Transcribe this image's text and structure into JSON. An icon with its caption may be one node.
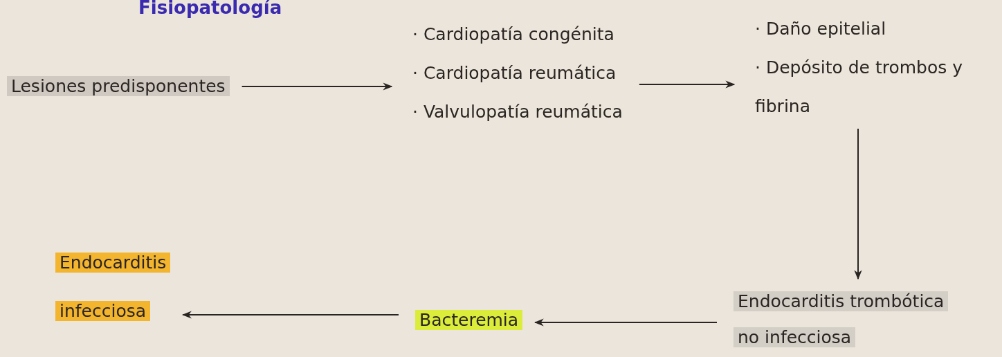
{
  "diagram": {
    "title": "Fisiopatología",
    "nodes": [
      {
        "text": [
          "Lesiones predisponentes"
        ]
      },
      {
        "text": [
          "· Cardiopatía congénita",
          "· Cardiopatía reumática",
          "· Valvulopatía reumática"
        ]
      },
      {
        "text": [
          "· Daño epitelial",
          "· Depósito de trombos y fibrina"
        ]
      },
      {
        "text": [
          "Endocarditis trombótica no infecciosa"
        ]
      },
      {
        "text": [
          "Bacteremia"
        ]
      },
      {
        "text": [
          "Endocarditis infecciosa"
        ]
      }
    ],
    "edges": [
      {
        "from": 0,
        "to": 1,
        "arrow": "to"
      },
      {
        "from": 1,
        "to": 2,
        "arrow": "to"
      },
      {
        "from": 2,
        "to": 3,
        "arrow": "to"
      },
      {
        "from": 3,
        "to": 4,
        "arrow": "to"
      },
      {
        "from": 4,
        "to": 5,
        "arrow": "to"
      }
    ]
  }
}
